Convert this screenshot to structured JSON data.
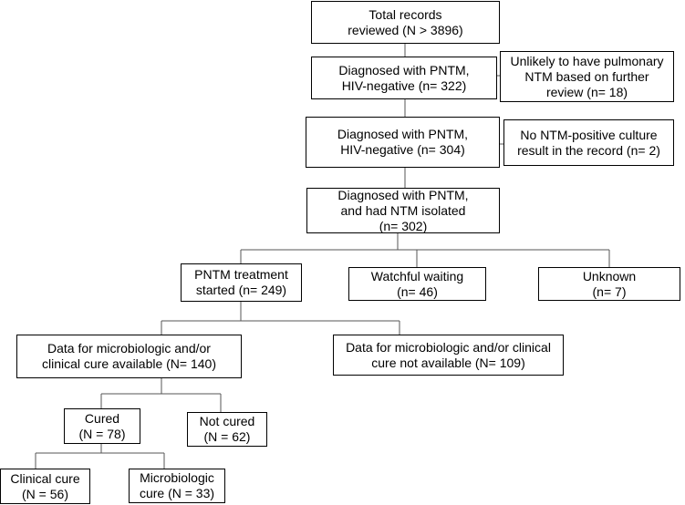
{
  "boxes": {
    "total_records": "Total records\nreviewed (N > 3896)",
    "diag_322": "Diagnosed with PNTM,\nHIV-negative (n= 322)",
    "unlikely_18": "Unlikely to have pulmonary\nNTM based on further\nreview (n= 18)",
    "diag_304": "Diagnosed with PNTM,\nHIV-negative (n= 304)",
    "no_culture_2": "No NTM-positive culture\nresult in the record (n= 2)",
    "diag_302": "Diagnosed with PNTM,\nand had NTM isolated\n(n= 302)",
    "treatment_249": "PNTM treatment\nstarted (n= 249)",
    "watchful_46": "Watchful waiting\n(n= 46)",
    "unknown_7": "Unknown\n(n= 7)",
    "data_available_140": "Data for microbiologic and/or\nclinical cure available (N= 140)",
    "data_not_available_109": "Data for microbiologic and/or clinical\ncure not available (N= 109)",
    "cured_78": "Cured\n(N = 78)",
    "not_cured_62": "Not cured\n(N = 62)",
    "clinical_cure_56": "Clinical cure\n(N = 56)",
    "micro_cure_33": "Microbiologic\ncure (N = 33)"
  }
}
